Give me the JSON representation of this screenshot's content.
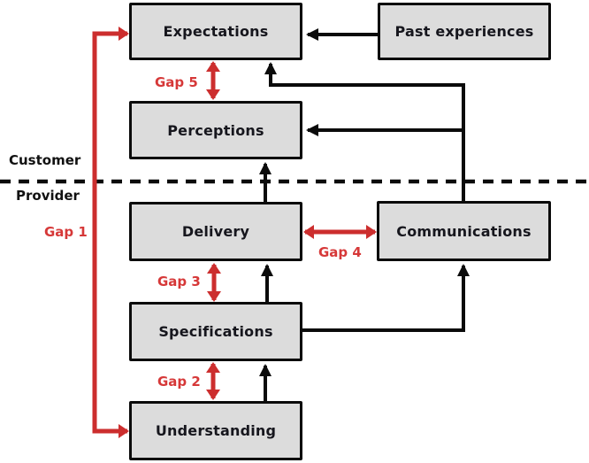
{
  "diagram": {
    "type": "service-quality-gap-model",
    "boxes": {
      "expectations": "Expectations",
      "past_experiences": "Past experiences",
      "perceptions": "Perceptions",
      "delivery": "Delivery",
      "communications": "Communications",
      "specifications": "Specifications",
      "understanding": "Understanding"
    },
    "gaps": {
      "gap1": "Gap 1",
      "gap2": "Gap 2",
      "gap3": "Gap 3",
      "gap4": "Gap 4",
      "gap5": "Gap 5"
    },
    "regions": {
      "customer": "Customer",
      "provider": "Provider"
    },
    "colors": {
      "gap_red": "#cc2e2e",
      "gap_label_red": "#d63838",
      "box_fill": "#dcdcdc",
      "box_border": "#0b0b0b",
      "arrow_black": "#0b0b0b",
      "background": "#ffffff"
    }
  }
}
